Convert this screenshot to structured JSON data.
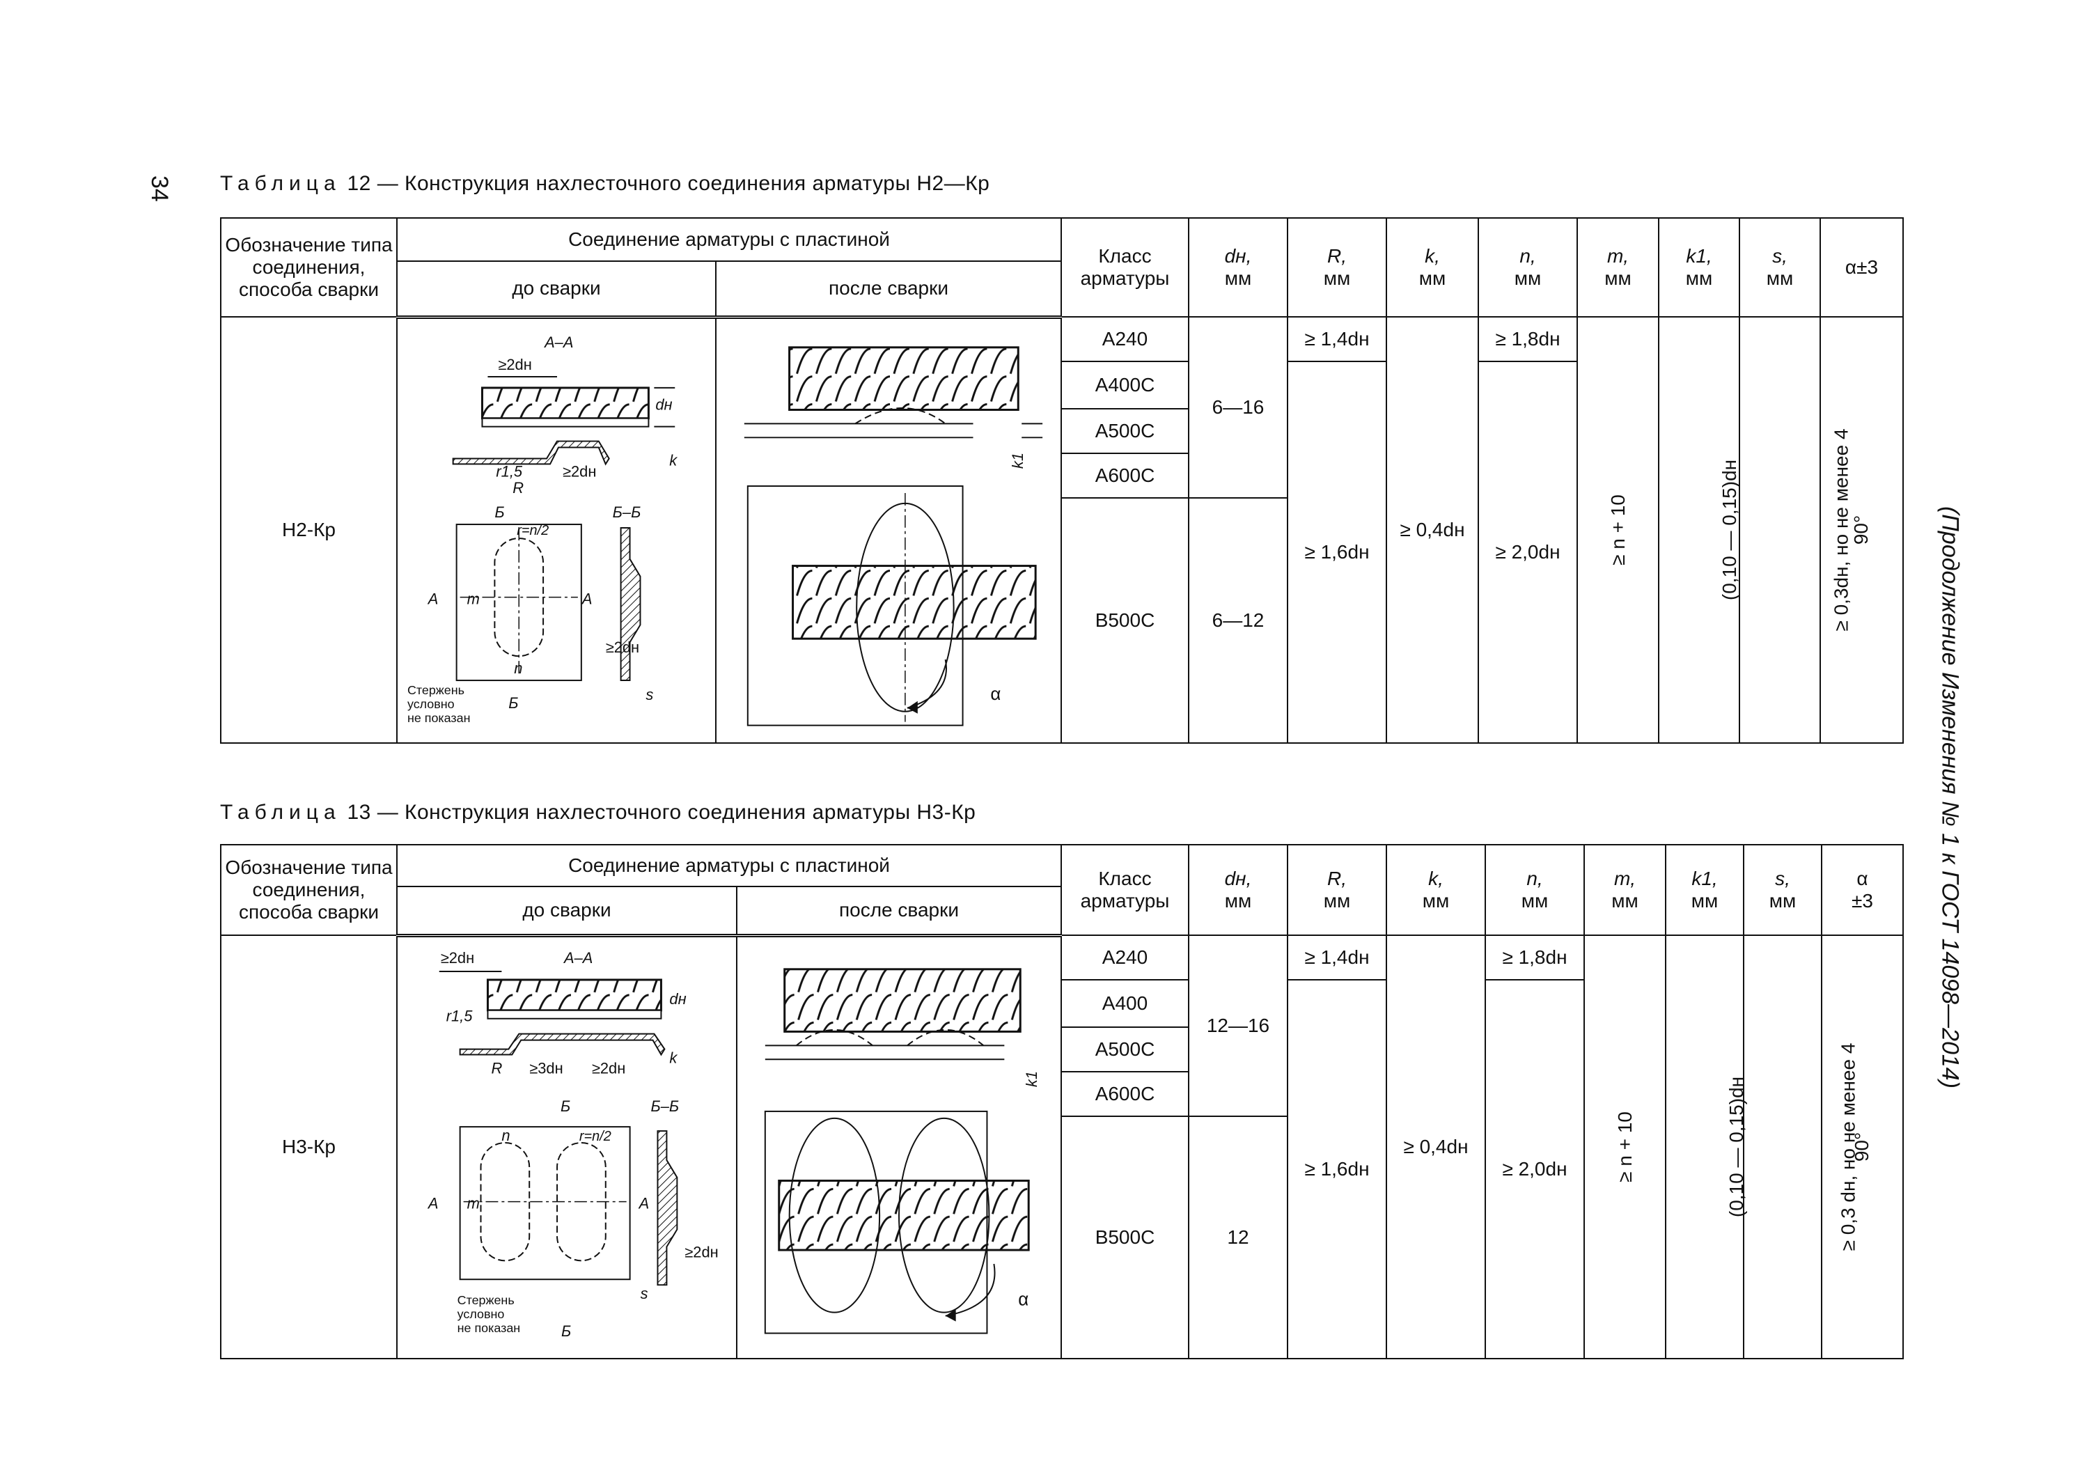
{
  "page_number": "34",
  "side_note": "(Продолжение Изменения № 1 к ГОСТ 14098—2014)",
  "table12": {
    "caption_label": "Таблица",
    "caption_text": "12 — Конструкция нахлесточного соединения арматуры Н2—Кр",
    "headers": {
      "designation": "Обозначение типа соединения, способа сварки",
      "connection": "Соединение арматуры с пластиной",
      "before": "до сварки",
      "after": "после сварки",
      "class": "Класс арматуры",
      "dn": "dн,",
      "R": "R,",
      "k": "k,",
      "n": "n,",
      "m": "m,",
      "k1": "k1,",
      "s": "s,",
      "unit": "мм",
      "alpha": "α±3"
    },
    "type": "Н2-Кр",
    "classes": [
      "А240",
      "А400С",
      "А500С",
      "А600С",
      "В500С"
    ],
    "dn_1": "6—16",
    "dn_2": "6—12",
    "R_1": "≥ 1,4dн",
    "R_2": "≥ 1,6dн",
    "k": "≥ 0,4dн",
    "n_1": "≥ 1,8dн",
    "n_2": "≥ 2,0dн",
    "m": "≥ n + 10",
    "k1": "(0,10 — 0,15)dн",
    "s": "≥ 0,3dн, но не менее 4",
    "alpha": "90°",
    "fig_before": {
      "section_aa": "А–А",
      "section_bb": "Б–Б",
      "g2dn": "≥2dн",
      "dn": "dн",
      "r15": "r1,5",
      "R": "R",
      "k": "k",
      "m": "m",
      "n": "n",
      "b": "Б",
      "a": "А",
      "s": "s",
      "rn2": "r=n/2",
      "note1": "Стержень",
      "note2": "условно",
      "note3": "не показан"
    },
    "fig_after": {
      "k1": "k1",
      "alpha": "α"
    }
  },
  "table13": {
    "caption_label": "Таблица",
    "caption_text": "13 — Конструкция нахлесточного соединения арматуры Н3-Кр",
    "headers": {
      "designation": "Обозначение типа соединения, способа сварки",
      "connection": "Соединение арматуры с пластиной",
      "before": "до сварки",
      "after": "после сварки",
      "class": "Класс арматуры",
      "dn": "dн,",
      "R": "R,",
      "k": "k,",
      "n": "n,",
      "m": "m,",
      "k1": "k1,",
      "s": "s,",
      "unit": "мм",
      "alpha1": "α",
      "alpha2": "±3"
    },
    "type": "Н3-Кр",
    "classes": [
      "А240",
      "А400",
      "А500С",
      "А600С",
      "В500С"
    ],
    "dn_1": "12—16",
    "dn_2": "12",
    "R_1": "≥ 1,4dн",
    "R_2": "≥ 1,6dн",
    "k": "≥ 0,4dн",
    "n_1": "≥ 1,8dн",
    "n_2": "≥ 2,0dн",
    "m": "≥ n + 10",
    "k1": "(0,10 — 0,15)dн",
    "s": "≥ 0,3 dн, но не менее 4",
    "alpha": "90°",
    "fig_before": {
      "section_aa": "А–А",
      "section_bb": "Б–Б",
      "g2dn": "≥2dн",
      "g3dn": "≥3dн",
      "dn": "dн",
      "r15": "r1,5",
      "R": "R",
      "k": "k",
      "m": "m",
      "n": "n",
      "b": "Б",
      "a": "А",
      "s": "s",
      "rn2": "r=n/2",
      "note1": "Стержень",
      "note2": "условно",
      "note3": "не показан"
    },
    "fig_after": {
      "k1": "k1",
      "alpha": "α"
    }
  }
}
